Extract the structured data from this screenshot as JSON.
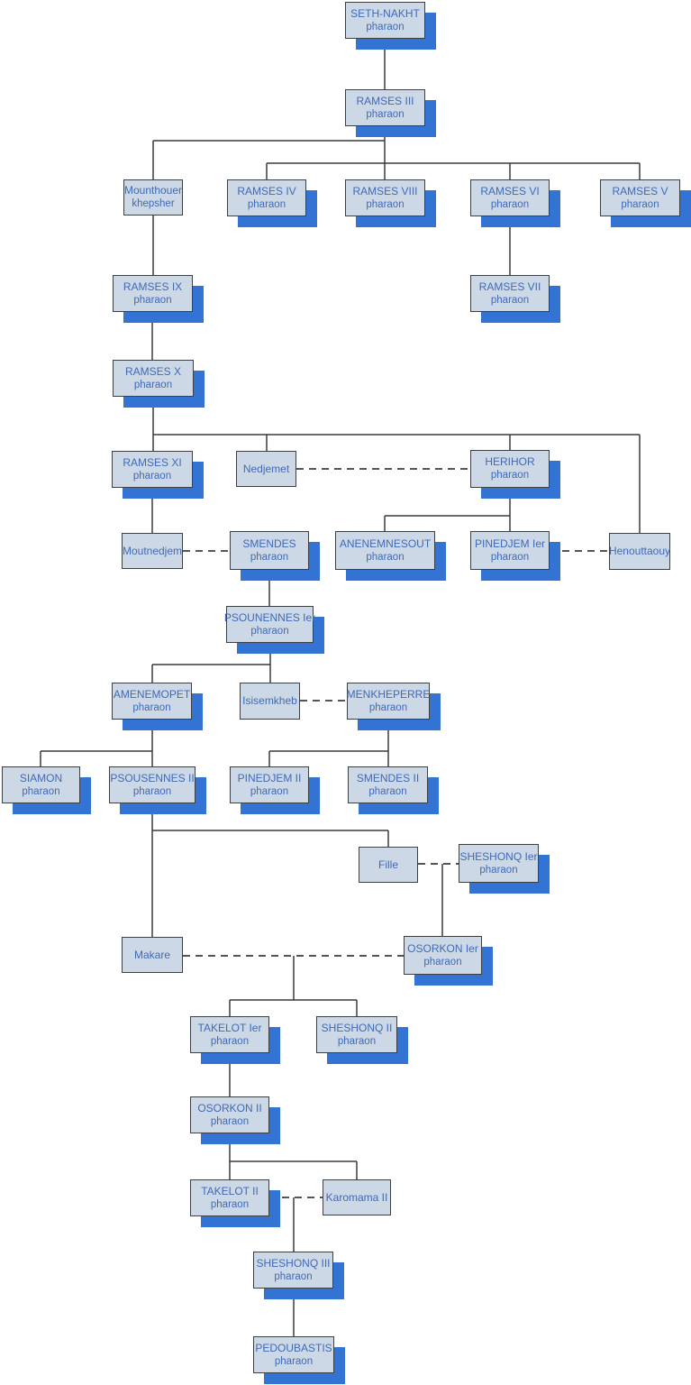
{
  "diagram": {
    "type": "family-tree",
    "colors": {
      "box_fill": "#ccd8e6",
      "box_border": "#3c4043",
      "pharaoh_shadow": "#3273d3",
      "text": "#3f6ab8",
      "descent_line": "#3a3a3a",
      "marriage_line": "#555555"
    },
    "legend": {
      "descent_style": "solid",
      "marriage_style": "dashed",
      "pharaoh_marker": "blue drop shadow"
    },
    "nodes": [
      {
        "id": "seth-nakht",
        "line1": "SETH-NAKHT",
        "line2": "pharaon",
        "kind": "pharaoh"
      },
      {
        "id": "ramses-iii",
        "line1": "RAMSES III",
        "line2": "pharaon",
        "kind": "pharaoh"
      },
      {
        "id": "mounthouer",
        "line1": "Mounthouer",
        "line2": "khepsher",
        "kind": "person"
      },
      {
        "id": "ramses-iv",
        "line1": "RAMSES IV",
        "line2": "pharaon",
        "kind": "pharaoh"
      },
      {
        "id": "ramses-viii",
        "line1": "RAMSES VIII",
        "line2": "pharaon",
        "kind": "pharaoh"
      },
      {
        "id": "ramses-vi",
        "line1": "RAMSES VI",
        "line2": "pharaon",
        "kind": "pharaoh"
      },
      {
        "id": "ramses-v",
        "line1": "RAMSES V",
        "line2": "pharaon",
        "kind": "pharaoh"
      },
      {
        "id": "ramses-ix",
        "line1": "RAMSES IX",
        "line2": "pharaon",
        "kind": "pharaoh"
      },
      {
        "id": "ramses-vii",
        "line1": "RAMSES VII",
        "line2": "pharaon",
        "kind": "pharaoh"
      },
      {
        "id": "ramses-x",
        "line1": "RAMSES X",
        "line2": "pharaon",
        "kind": "pharaoh"
      },
      {
        "id": "ramses-xi",
        "line1": "RAMSES XI",
        "line2": "pharaon",
        "kind": "pharaoh"
      },
      {
        "id": "nedjemet",
        "line1": "Nedjemet",
        "kind": "person"
      },
      {
        "id": "herihor",
        "line1": "HERIHOR",
        "line2": "pharaon",
        "kind": "pharaoh"
      },
      {
        "id": "moutnedjem",
        "line1": "Moutnedjem",
        "kind": "person"
      },
      {
        "id": "smendes",
        "line1": "SMENDES",
        "line2": "pharaon",
        "kind": "pharaoh"
      },
      {
        "id": "anenemnesout",
        "line1": "ANENEMNESOUT",
        "line2": "pharaon",
        "kind": "pharaoh"
      },
      {
        "id": "pinedjem-ier",
        "line1": "PINEDJEM Ier",
        "line2": "pharaon",
        "kind": "pharaoh"
      },
      {
        "id": "henouttaouy",
        "line1": "Henouttaouy",
        "kind": "person"
      },
      {
        "id": "psounennes",
        "line1": "PSOUNENNES Ier",
        "line2": "pharaon",
        "kind": "pharaoh"
      },
      {
        "id": "amenemopet",
        "line1": "AMENEMOPET",
        "line2": "pharaon",
        "kind": "pharaoh"
      },
      {
        "id": "isisemkheb",
        "line1": "Isisemkheb",
        "kind": "person"
      },
      {
        "id": "menkheperre",
        "line1": "MENKHEPERRE",
        "line2": "pharaon",
        "kind": "pharaoh"
      },
      {
        "id": "siamon",
        "line1": "SIAMON",
        "line2": "pharaon",
        "kind": "pharaoh"
      },
      {
        "id": "psousennes-ii",
        "line1": "PSOUSENNES II",
        "line2": "pharaon",
        "kind": "pharaoh"
      },
      {
        "id": "pinedjem-ii",
        "line1": "PINEDJEM II",
        "line2": "pharaon",
        "kind": "pharaoh"
      },
      {
        "id": "smendes-ii",
        "line1": "SMENDES II",
        "line2": "pharaon",
        "kind": "pharaoh"
      },
      {
        "id": "fille",
        "line1": "Fille",
        "kind": "person"
      },
      {
        "id": "sheshonq-ier",
        "line1": "SHESHONQ Ier",
        "line2": "pharaon",
        "kind": "pharaoh"
      },
      {
        "id": "makare",
        "line1": "Makare",
        "kind": "person"
      },
      {
        "id": "osorkon-ier",
        "line1": "OSORKON Ier",
        "line2": "pharaon",
        "kind": "pharaoh"
      },
      {
        "id": "takelot-ier",
        "line1": "TAKELOT Ier",
        "line2": "pharaon",
        "kind": "pharaoh"
      },
      {
        "id": "sheshonq-ii",
        "line1": "SHESHONQ II",
        "line2": "pharaon",
        "kind": "pharaoh"
      },
      {
        "id": "osorkon-ii",
        "line1": "OSORKON II",
        "line2": "pharaon",
        "kind": "pharaoh"
      },
      {
        "id": "takelot-ii",
        "line1": "TAKELOT II",
        "line2": "pharaon",
        "kind": "pharaoh"
      },
      {
        "id": "karomama-ii",
        "line1": "Karomama II",
        "kind": "person"
      },
      {
        "id": "sheshonq-iii",
        "line1": "SHESHONQ III",
        "line2": "pharaon",
        "kind": "pharaoh"
      },
      {
        "id": "pedoubastis",
        "line1": "PEDOUBASTIS",
        "line2": "pharaon",
        "kind": "pharaoh"
      }
    ],
    "descents": [
      {
        "parent": "SETH-NAKHT",
        "children": [
          "RAMSES III"
        ]
      },
      {
        "parent": "RAMSES III",
        "children": [
          "Mounthouer khepsher",
          "RAMSES IV",
          "RAMSES VIII",
          "RAMSES VI",
          "RAMSES V"
        ]
      },
      {
        "parent": "Mounthouer khepsher",
        "children": [
          "RAMSES IX"
        ]
      },
      {
        "parent": "RAMSES VI",
        "children": [
          "RAMSES VII"
        ]
      },
      {
        "parent": "RAMSES IX",
        "children": [
          "RAMSES X"
        ]
      },
      {
        "parent": "RAMSES X",
        "children": [
          "RAMSES XI",
          "Nedjemet",
          "HERIHOR",
          "Henouttaouy"
        ]
      },
      {
        "parent": "RAMSES XI",
        "children": [
          "Moutnedjem"
        ]
      },
      {
        "parent": "HERIHOR",
        "children": [
          "ANENEMNESOUT",
          "PINEDJEM Ier"
        ]
      },
      {
        "parent": "SMENDES",
        "children": [
          "PSOUNENNES Ier"
        ]
      },
      {
        "parent": "PSOUNENNES Ier",
        "children": [
          "AMENEMOPET",
          "Isisemkheb"
        ]
      },
      {
        "parent": "AMENEMOPET",
        "children": [
          "SIAMON",
          "PSOUSENNES II"
        ]
      },
      {
        "parent": "MENKHEPERRE",
        "children": [
          "PINEDJEM II",
          "SMENDES II"
        ]
      },
      {
        "parent": "PSOUSENNES II",
        "children": [
          "Fille",
          "Makare"
        ]
      },
      {
        "parent": "Fille + SHESHONQ Ier",
        "children": [
          "OSORKON Ier"
        ]
      },
      {
        "parent": "Makare + OSORKON Ier",
        "children": [
          "TAKELOT Ier",
          "SHESHONQ II"
        ]
      },
      {
        "parent": "TAKELOT Ier",
        "children": [
          "OSORKON II"
        ]
      },
      {
        "parent": "OSORKON II",
        "children": [
          "TAKELOT II",
          "Karomama II"
        ]
      },
      {
        "parent": "TAKELOT II + Karomama II",
        "children": [
          "SHESHONQ III"
        ]
      },
      {
        "parent": "SHESHONQ III",
        "children": [
          "PEDOUBASTIS"
        ]
      }
    ],
    "marriages": [
      [
        "Nedjemet",
        "HERIHOR"
      ],
      [
        "Moutnedjem",
        "SMENDES"
      ],
      [
        "PINEDJEM Ier",
        "Henouttaouy"
      ],
      [
        "Isisemkheb",
        "MENKHEPERRE"
      ],
      [
        "Fille",
        "SHESHONQ Ier"
      ],
      [
        "Makare",
        "OSORKON Ier"
      ],
      [
        "TAKELOT II",
        "Karomama II"
      ]
    ]
  }
}
